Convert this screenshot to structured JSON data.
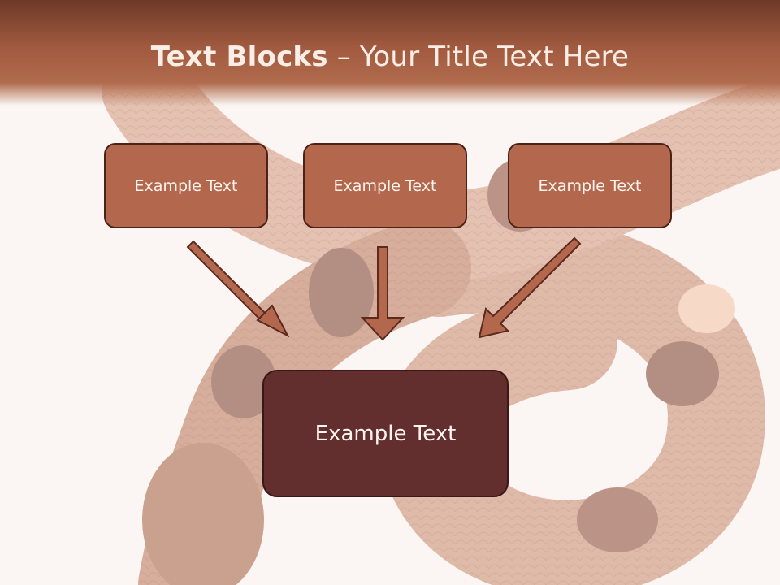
{
  "title": {
    "bold": "Text Blocks",
    "dash": " – ",
    "rest": "Your Title Text Here"
  },
  "blocks": [
    "Example Text",
    "Example Text",
    "Example Text"
  ],
  "center_block": "Example Text",
  "colors": {
    "header": "#a15a3f",
    "box_fill": "#b3684e",
    "center_fill": "#622e2e",
    "arrow": "#b3684e"
  }
}
